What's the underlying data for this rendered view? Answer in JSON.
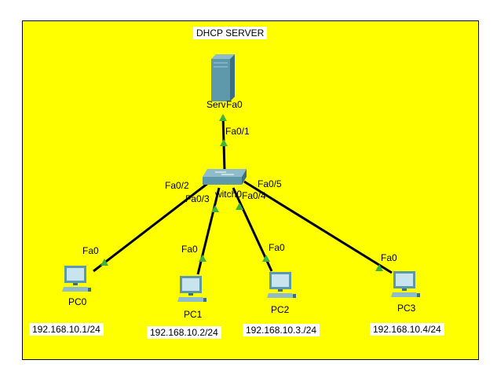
{
  "title": "DHCP SERVER",
  "colors": {
    "background": "#ffff00",
    "link": "#000000",
    "port_up": "#3fb23f"
  },
  "devices": {
    "server": {
      "label": "Server",
      "icon": "server-icon"
    },
    "switch": {
      "label": "Switch0",
      "icon": "switch-icon"
    },
    "pcs": [
      {
        "label": "PC0",
        "ip": "192.168.10.1/24",
        "icon": "pc-icon"
      },
      {
        "label": "PC1",
        "ip": "192.168.10.2/24",
        "icon": "pc-icon"
      },
      {
        "label": "PC2",
        "ip": "192.168.10.3./24",
        "icon": "pc-icon"
      },
      {
        "label": "PC3",
        "ip": "192.168.10.4/24",
        "icon": "pc-icon"
      }
    ]
  },
  "ports": {
    "server_fa0": "Fa0",
    "sw_fa0_1": "Fa0/1",
    "sw_fa0_2": "Fa0/2",
    "sw_fa0_3": "Fa0/3",
    "sw_fa0_4": "Fa0/4",
    "sw_fa0_5": "Fa0/5",
    "pc0_fa0": "Fa0",
    "pc1_fa0": "Fa0",
    "pc2_fa0": "Fa0",
    "pc3_fa0": "Fa0"
  }
}
